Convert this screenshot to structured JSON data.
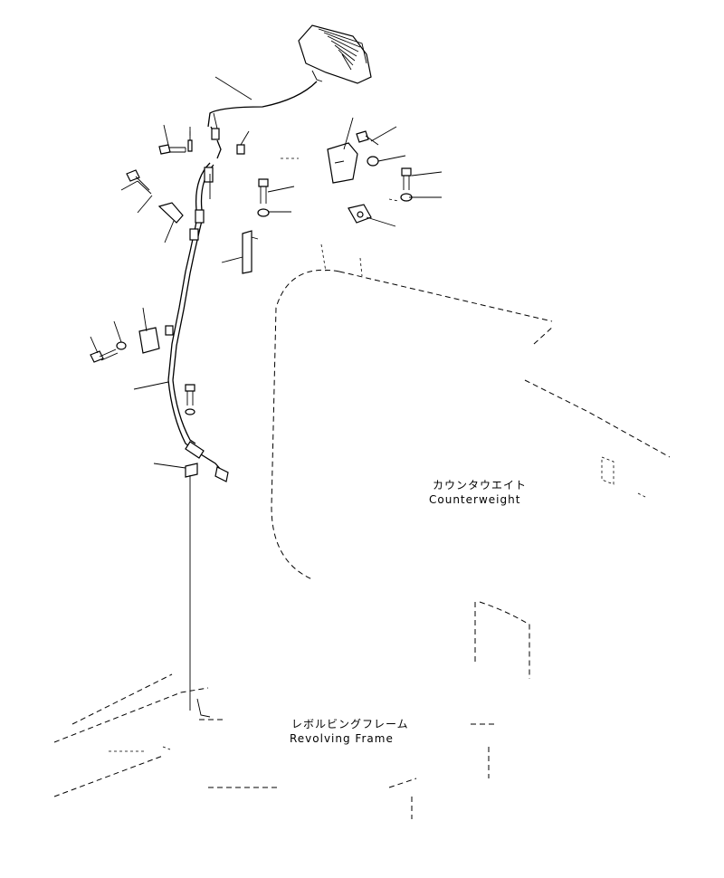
{
  "labels": {
    "counterweight_jp": "カウンタウエイト",
    "counterweight_en": "Counterweight",
    "frame_jp": "レボルビングフレーム",
    "frame_en": "Revolving Frame"
  }
}
